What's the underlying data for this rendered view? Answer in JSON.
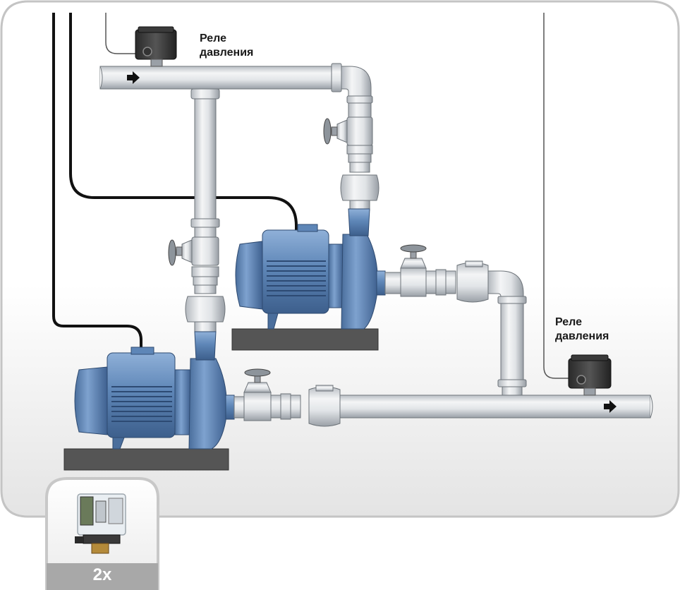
{
  "labels": {
    "relay_top_line1": "Реле",
    "relay_top_line2": "давления",
    "relay_right_line1": "Реле",
    "relay_right_line2": "давления"
  },
  "badge": {
    "quantity": "2x"
  },
  "colors": {
    "pipe": "#dfe2e5",
    "pump_blue": "#5f86b8",
    "base": "#545454",
    "frame": "#c8c8c8",
    "cable": "#111111"
  }
}
